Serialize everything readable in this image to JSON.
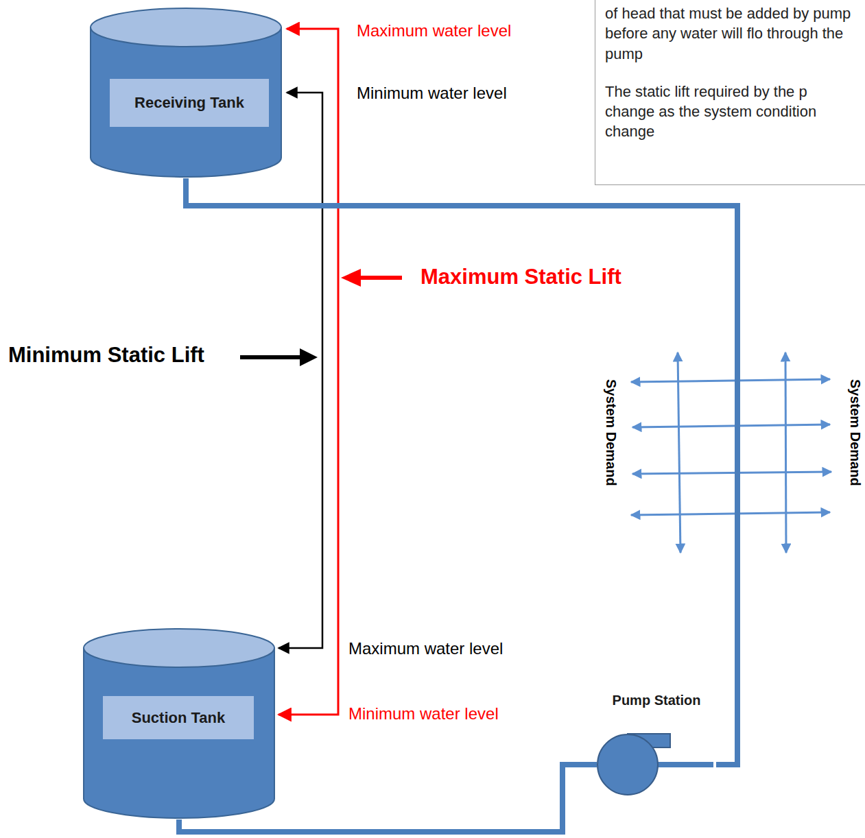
{
  "diagram": {
    "nodes": [
      {
        "text": [
          "Receiving Tank"
        ]
      },
      {
        "text": [
          "of head that must be added by pump before any water will flo through the pump",
          "The static lift required by the p change as the system condition change"
        ]
      },
      {
        "text": [
          "Suction Tank"
        ]
      },
      {
        "text": [
          "Pump Station"
        ]
      }
    ],
    "edges": [
      {
        "from": 2,
        "to": 3,
        "arrow": "none"
      },
      {
        "from": 3,
        "to": 0,
        "arrow": "none"
      }
    ],
    "labels": [
      "Maximum water level",
      "Minimum water level",
      "Maximum Static Lift",
      "Minimum Static Lift",
      "System Demand",
      "System Demand",
      "Maximum water level",
      "Minimum water level"
    ]
  }
}
